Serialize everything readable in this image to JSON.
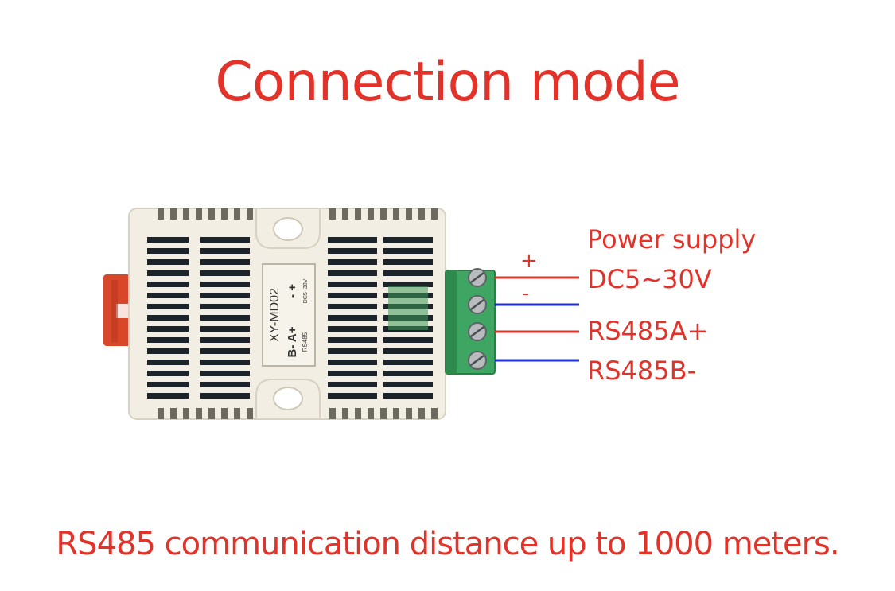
{
  "title": "Connection mode",
  "caption": "RS485 communication distance up to 1000 meters.",
  "module": {
    "model": "XY-MD02",
    "left_terminals": "B- A+",
    "left_sub": "RS485",
    "right_terminals": "- +",
    "right_sub": "DC5~30V"
  },
  "wiring": {
    "power_label": "Power supply",
    "power_voltage": "DC5~30V",
    "plus_sign": "+",
    "minus_sign": "-",
    "rs485a": "RS485A+",
    "rs485b": "RS485B-"
  },
  "colors": {
    "red": "#e2332a",
    "blue": "#1f2fd6",
    "housing": "#f2eee3",
    "terminal": "#3fa562"
  }
}
